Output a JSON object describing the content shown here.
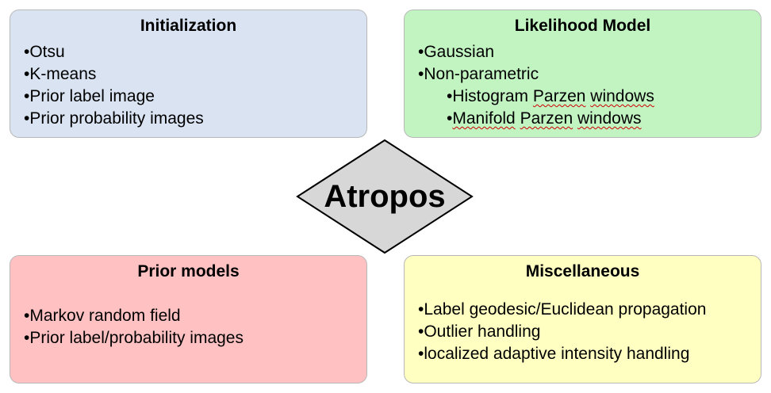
{
  "center": {
    "label": "Atropos",
    "fill": "#d7d7d7",
    "stroke": "#000000"
  },
  "panels": [
    {
      "title": "Initialization",
      "color": "#d9e3f2",
      "items": [
        {
          "parts": [
            {
              "text": "•Otsu"
            }
          ]
        },
        {
          "parts": [
            {
              "text": "•K-means"
            }
          ]
        },
        {
          "parts": [
            {
              "text": "•Prior label image"
            }
          ]
        },
        {
          "parts": [
            {
              "text": "•Prior probability images"
            }
          ]
        }
      ]
    },
    {
      "title": "Likelihood Model",
      "color": "#c2f4c2",
      "items": [
        {
          "parts": [
            {
              "text": "•Gaussian"
            }
          ]
        },
        {
          "parts": [
            {
              "text": "•Non-parametric"
            }
          ]
        },
        {
          "sub": true,
          "parts": [
            {
              "text": "•Histogram "
            },
            {
              "text": "Parzen",
              "squiggle": true
            },
            {
              "text": " "
            },
            {
              "text": "windows",
              "squiggle": true
            }
          ]
        },
        {
          "sub": true,
          "parts": [
            {
              "text": "•"
            },
            {
              "text": "Manifold",
              "squiggle": true
            },
            {
              "text": " "
            },
            {
              "text": "Parzen",
              "squiggle": true
            },
            {
              "text": " "
            },
            {
              "text": "windows",
              "squiggle": true
            }
          ]
        }
      ]
    },
    {
      "title": "Prior models",
      "color": "#ffc1c1",
      "items": [
        {
          "parts": [
            {
              "text": "•Markov random field"
            }
          ]
        },
        {
          "parts": [
            {
              "text": "•Prior label/probability images"
            }
          ]
        }
      ]
    },
    {
      "title": "Miscellaneous",
      "color": "#ffffc2",
      "items": [
        {
          "parts": [
            {
              "text": "•Label geodesic/Euclidean propagation"
            }
          ]
        },
        {
          "parts": [
            {
              "text": "•Outlier handling"
            }
          ]
        },
        {
          "parts": [
            {
              "text": "•localized adaptive intensity handling"
            }
          ]
        }
      ]
    }
  ]
}
